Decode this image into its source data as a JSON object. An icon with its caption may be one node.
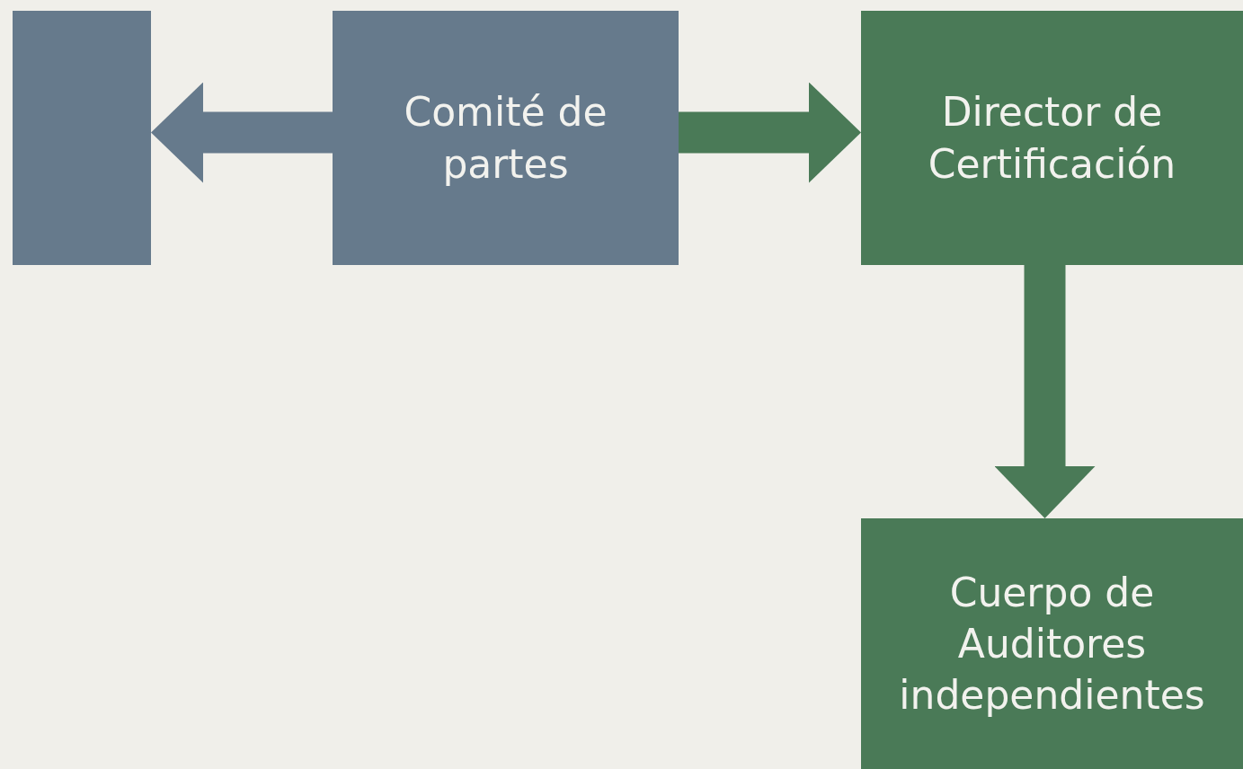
{
  "diagram": {
    "nodes": [
      {
        "text": [],
        "shape": "box"
      },
      {
        "text": [
          "Comité de partes"
        ]
      },
      {
        "text": [
          "Director de Certificación"
        ]
      },
      {
        "text": [
          "Cuerpo de Auditores independientes"
        ]
      }
    ],
    "edges": [
      {
        "from": 1,
        "to": 0,
        "arrow": "to",
        "color": "#667a8c"
      },
      {
        "from": 1,
        "to": 2,
        "arrow": "to"
      },
      {
        "from": 2,
        "to": 3,
        "arrow": "to"
      }
    ]
  }
}
